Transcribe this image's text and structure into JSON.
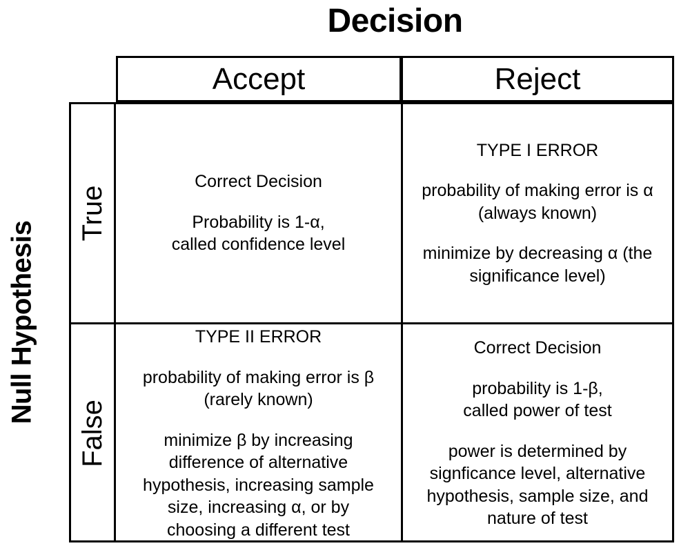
{
  "title": {
    "column_axis_label": "Decision",
    "row_axis_label": "Null Hypothesis"
  },
  "table": {
    "column_headers": [
      "Accept",
      "Reject"
    ],
    "row_headers": [
      "True",
      "False"
    ],
    "cells": {
      "true_accept": {
        "heading": "Correct Decision",
        "body": "Probability is 1-α,\ncalled confidence level"
      },
      "true_reject": {
        "heading": "TYPE I ERROR",
        "body": "probability of making error is α\n(always known)",
        "note": "minimize by decreasing α (the\nsignificance level)"
      },
      "false_accept": {
        "heading": "TYPE II ERROR",
        "body": "probability of making error is β\n(rarely known)",
        "note": "minimize β by increasing\ndifference of alternative\nhypothesis, increasing sample\nsize, increasing α, or by\nchoosing a different test"
      },
      "false_reject": {
        "heading": "Correct Decision",
        "body": "probability is 1-β,\ncalled power of test",
        "note": "power is determined by\nsignficance level, alternative\nhypothesis, sample size, and\nnature of test"
      }
    }
  },
  "colors": {
    "background": "#ffffff",
    "text": "#000000",
    "border": "#000000"
  }
}
